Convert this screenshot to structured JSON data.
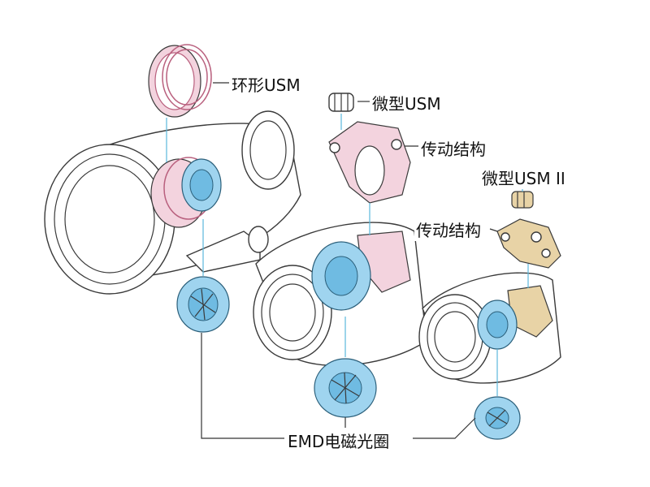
{
  "labels": {
    "ring_usm": "环形USM",
    "micro_usm": "微型USM",
    "transmission_1": "传动结构",
    "micro_usm_2": "微型USM II",
    "transmission_2": "传动结构",
    "emd": "EMD电磁光圈"
  },
  "colors": {
    "ring_usm": "#f3d3de",
    "aperture_unit": "#9fd4ef",
    "gear_drive": "#e8d3a6",
    "outline": "#3a3a3a",
    "optical_axis": "#5bb8dc"
  }
}
